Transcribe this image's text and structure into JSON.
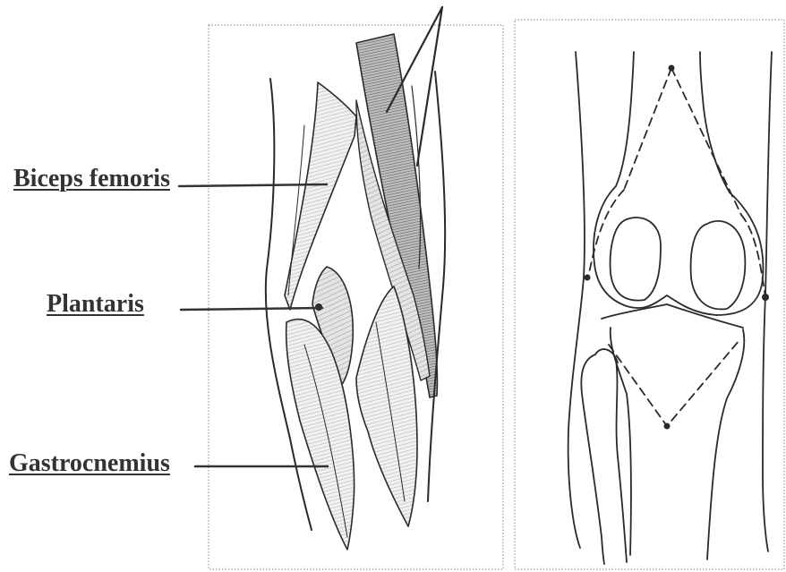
{
  "labels": {
    "biceps_femoris": "Biceps femoris",
    "plantaris": "Plantaris",
    "gastrocnemius": "Gastrocnemius"
  },
  "colors": {
    "ink": "#2a2a2a",
    "label": "#333333",
    "panel_border": "#9a9a9a",
    "hatch_light": "#9c9c9c",
    "hatch_dark": "#555555",
    "background": "#ffffff"
  }
}
